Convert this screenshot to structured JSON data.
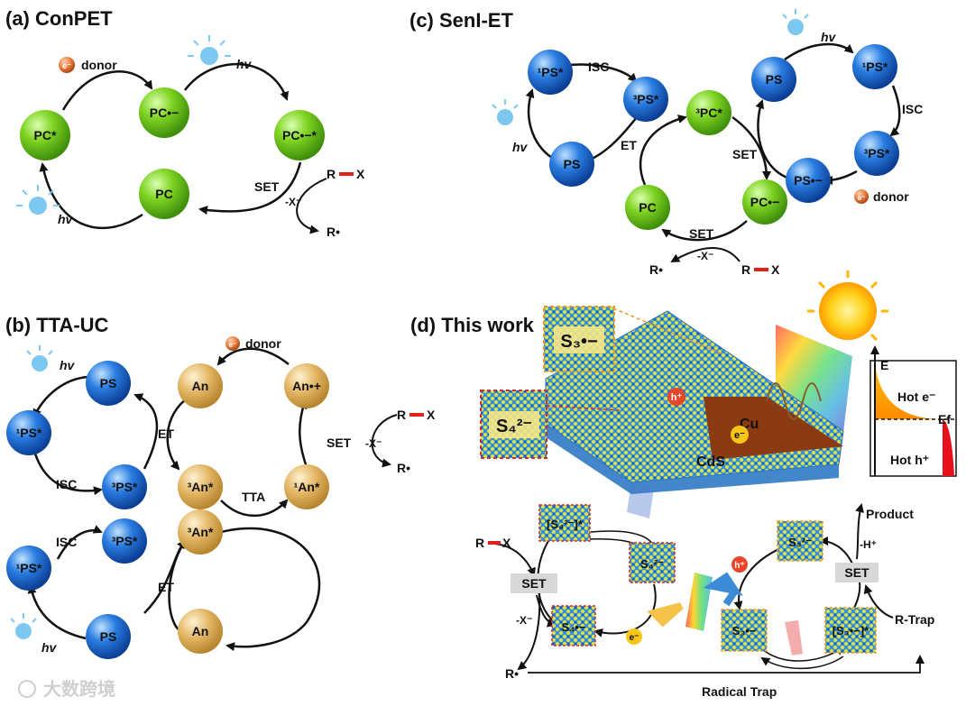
{
  "panels": {
    "a": {
      "title": "(a) ConPET",
      "donor": "donor",
      "e": "e⁻",
      "hv_top": "hv",
      "hv_bottom": "hv",
      "set": "SET",
      "x_minus": "-X⁻",
      "rx": "R",
      "x": "X",
      "r_radical": "R•",
      "nodes": {
        "pc_star": "PC*",
        "pc_rad": "PC•−",
        "pc_rad_star": "PC•−*",
        "pc": "PC"
      }
    },
    "b": {
      "title": "(b) TTA-UC",
      "hv_top": "hv",
      "hv_bottom": "hv",
      "isc_top": "ISC",
      "isc_bottom": "ISC",
      "et_top": "ET",
      "et_bottom": "ET",
      "tta": "TTA",
      "donor": "donor",
      "e": "e⁻",
      "set": "SET",
      "x_minus": "-X⁻",
      "rx": "R",
      "x": "X",
      "r_radical": "R•",
      "nodes": {
        "ps1": "PS",
        "ps1_singlet": "¹PS*",
        "ps1_triplet": "³PS*",
        "an1": "An",
        "an_cation": "An•+",
        "an_triplet1": "³An*",
        "an_singlet": "¹An*",
        "ps2_singlet": "¹PS*",
        "ps2_triplet": "³PS*",
        "an_triplet2": "³An*",
        "ps2": "PS",
        "an2": "An"
      }
    },
    "c": {
      "title": "(c) SenI-ET",
      "hv_left": "hv",
      "hv_right": "hv",
      "isc_left": "ISC",
      "isc_right": "ISC",
      "et": "ET",
      "set_mid": "SET",
      "set_bottom": "SET",
      "donor": "donor",
      "e": "e⁻",
      "x_minus": "-X⁻",
      "rx": "R",
      "x": "X",
      "r_radical": "R•",
      "nodes": {
        "ps_singlet_l": "¹PS*",
        "ps_triplet_l": "³PS*",
        "ps_l": "PS",
        "pc_triplet": "³PC*",
        "pc": "PC",
        "pc_rad": "PC•−",
        "ps_r": "PS",
        "ps_singlet_r": "¹PS*",
        "ps_triplet_r": "³PS*",
        "ps_rad": "PS•−"
      }
    },
    "d": {
      "title": "(d) This work",
      "s3": "S₃•−",
      "s4": "S₄²⁻",
      "cu": "Cu",
      "cds": "CdS",
      "h_plus": "h⁺",
      "e_minus": "e⁻",
      "energy_axis": "E",
      "hot_e": "Hot e⁻",
      "hot_h": "Hot h⁺",
      "ef": "Ef",
      "rx": "R",
      "x": "X",
      "set_left": "SET",
      "set_right": "SET",
      "x_minus": "-X⁻",
      "r_radical": "R•",
      "product": "Product",
      "minus_h": "-H⁺",
      "r_trap": "R-Trap",
      "radical_trap": "Radical Trap",
      "cycle_nodes": {
        "s4_excited": "[S₄²⁻]*",
        "s4_right": "S₄²⁻",
        "s4_rad": "S₄•−",
        "s3_dianion": "S₃²⁻",
        "s3_rad": "S₃•−",
        "s3_excited": "[S₃•−]*"
      }
    }
  },
  "colors": {
    "green": "#7ed321",
    "blue": "#2a7de1",
    "gold": "#e3b766",
    "red_bond": "#e0201b",
    "donor_orange": "#e8793a"
  },
  "watermark": "大数跨境"
}
